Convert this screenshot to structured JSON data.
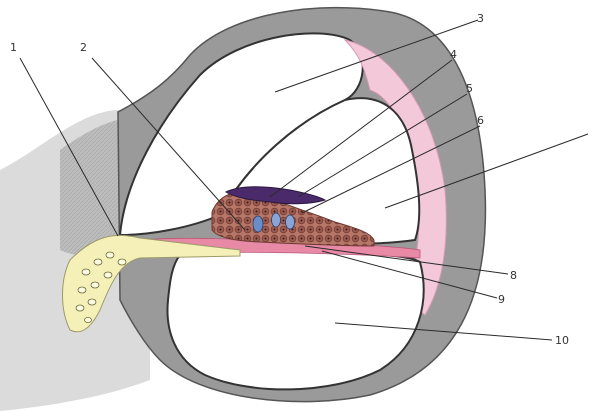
{
  "figure": {
    "kind": "cochlear duct cross-section illustration",
    "colors": {
      "bone_wall": "#9a9a9a",
      "bone_wall_light": "#c9c9c9",
      "periosteum_shading": "#7c7c7c",
      "chamber_fill": "#ffffff",
      "stria_ligament": "#f3c8d8",
      "reissner_membrane": "#4b2a6b",
      "organ_cells": "#a8675c",
      "basilar_membrane": "#e88aa6",
      "nerve_fibers": "#f4f0b8",
      "nerve_outline": "#9c9a6a",
      "line_color": "#2a2a2a"
    },
    "callouts": [
      {
        "id": "1",
        "label": "1"
      },
      {
        "id": "2",
        "label": "2"
      },
      {
        "id": "3",
        "label": "3"
      },
      {
        "id": "4",
        "label": "4"
      },
      {
        "id": "5",
        "label": "5"
      },
      {
        "id": "6",
        "label": "6"
      },
      {
        "id": "8",
        "label": "8"
      },
      {
        "id": "9",
        "label": "9"
      },
      {
        "id": "10",
        "label": "10"
      }
    ]
  }
}
